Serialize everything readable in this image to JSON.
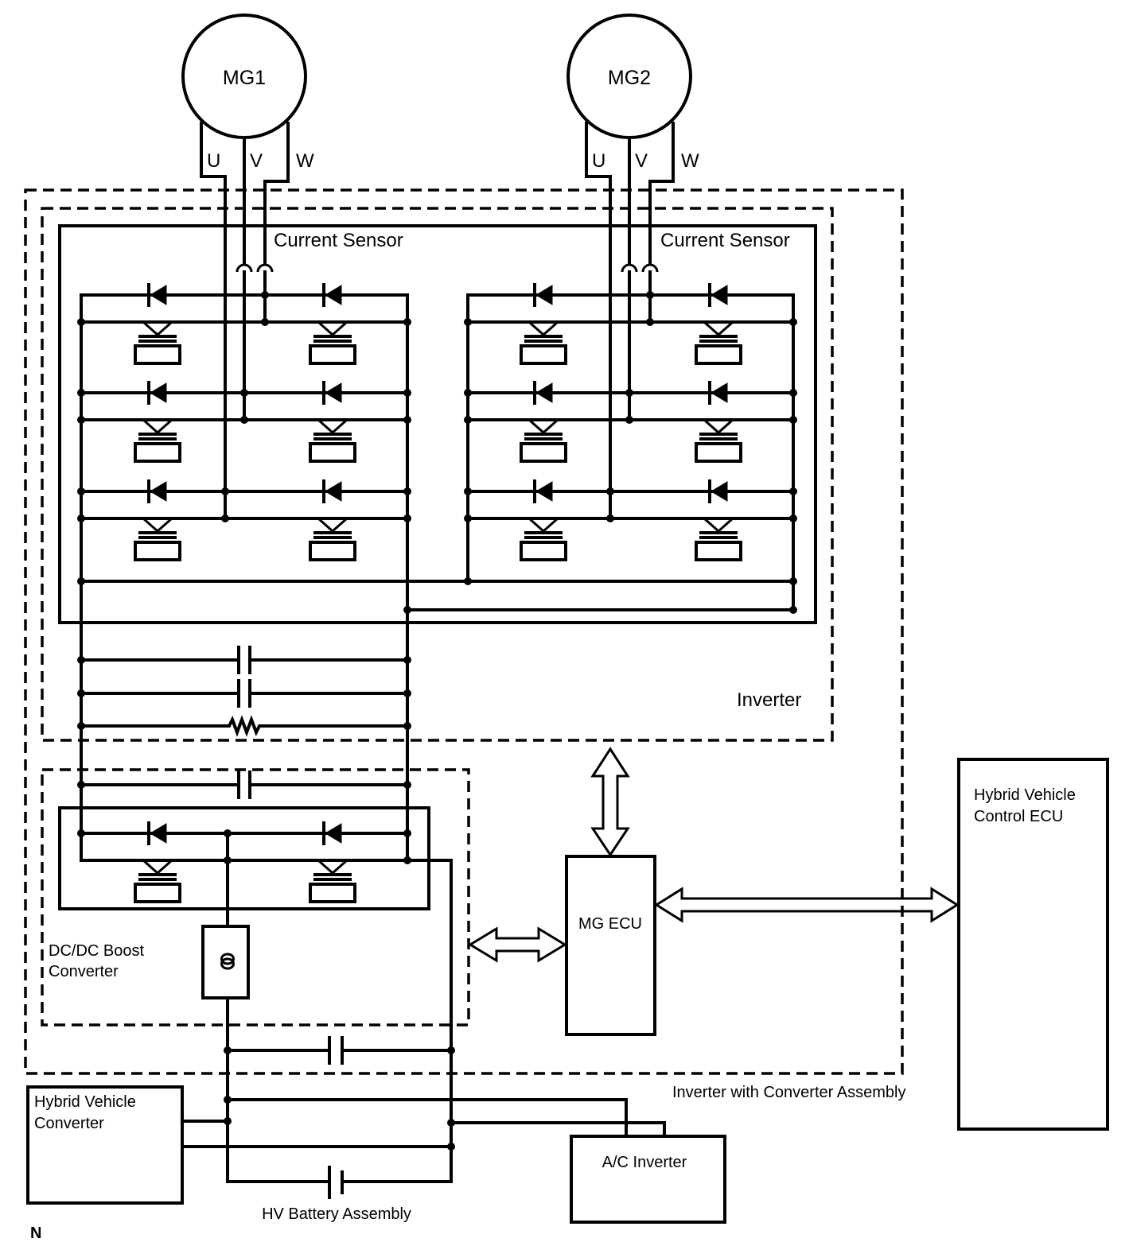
{
  "motors": {
    "mg1": {
      "label": "MG1",
      "phases": [
        "U",
        "V",
        "W"
      ]
    },
    "mg2": {
      "label": "MG2",
      "phases": [
        "U",
        "V",
        "W"
      ]
    }
  },
  "blocks": {
    "current_sensor_left": "Current Sensor",
    "current_sensor_right": "Current Sensor",
    "inverter": "Inverter",
    "dcdc_line1": "DC/DC Boost",
    "dcdc_line2": "Converter",
    "mg_ecu": "MG ECU",
    "hv_control_ecu_line1": "Hybrid Vehicle",
    "hv_control_ecu_line2": "Control ECU",
    "assembly": "Inverter with Converter Assembly",
    "hv_converter_line1": "Hybrid Vehicle",
    "hv_converter_line2": "Converter",
    "ac_inverter": "A/C Inverter",
    "hv_battery": "HV Battery Assembly",
    "corner_mark": "N"
  }
}
